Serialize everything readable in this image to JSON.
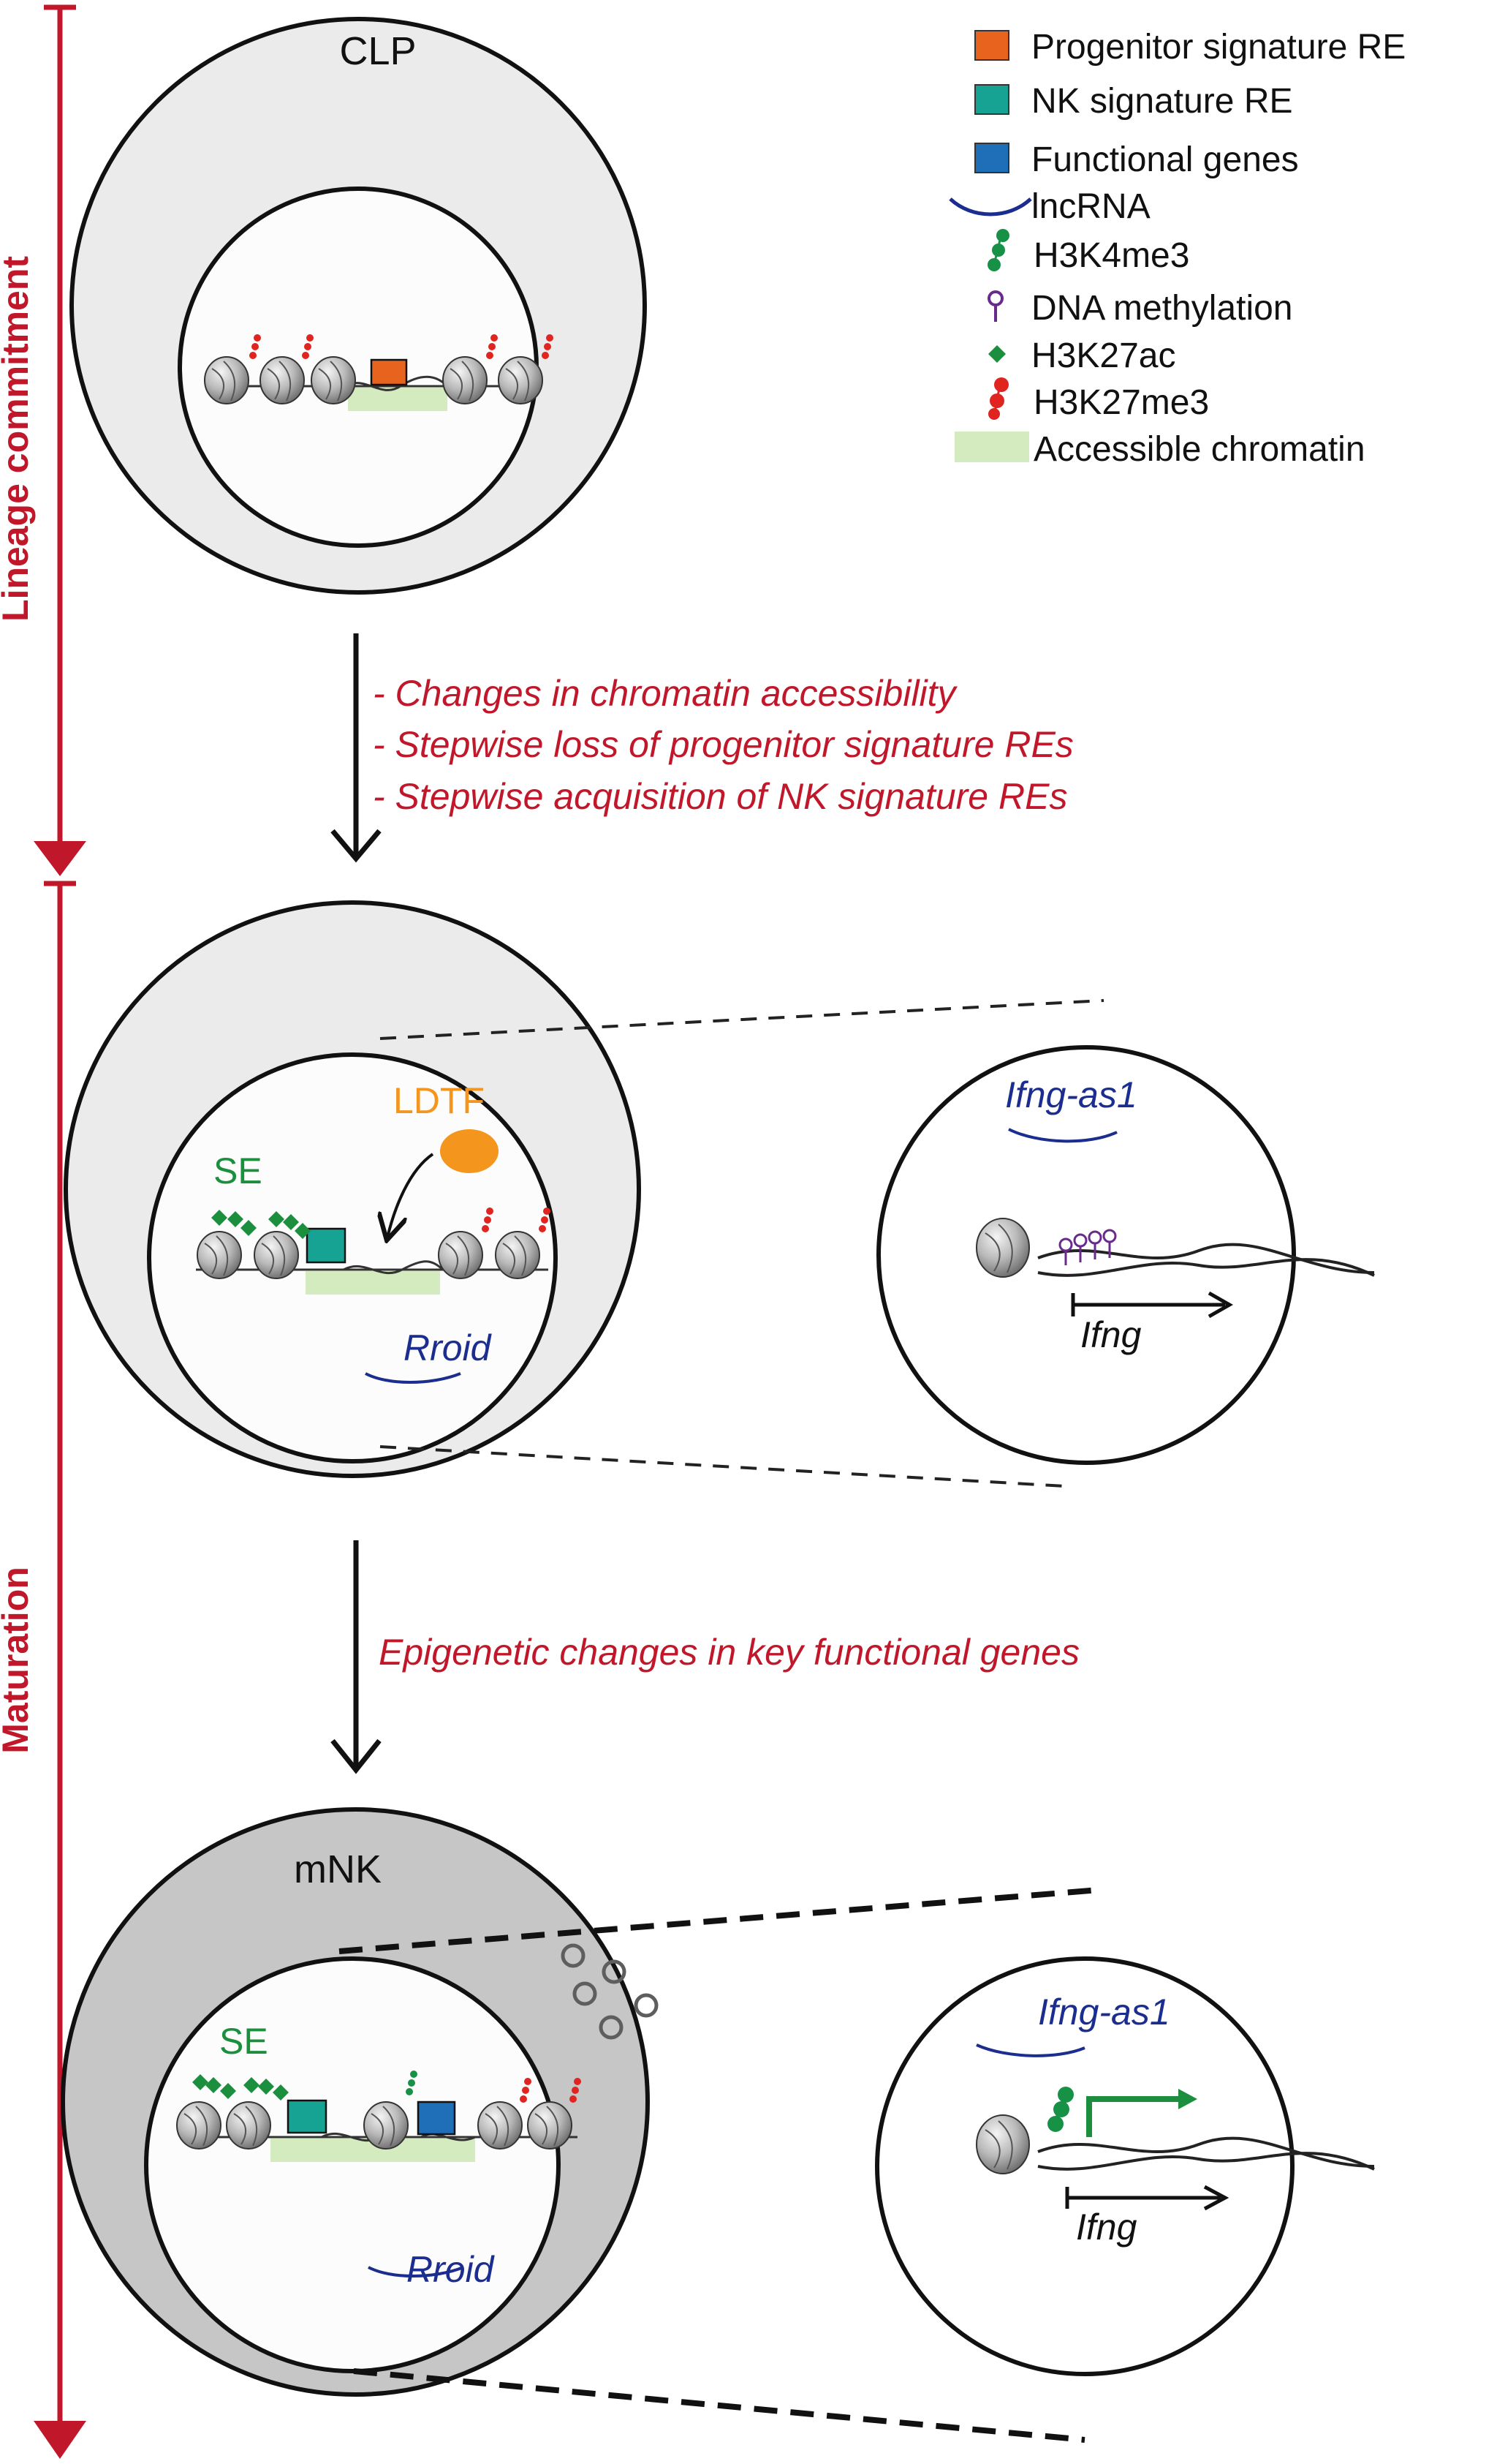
{
  "colors": {
    "red": "#c0182a",
    "progenitor_re": "#e8641e",
    "nk_re": "#16a394",
    "functional_gene": "#1f6fb8",
    "lncrna": "#1b2d8f",
    "h3k4me3": "#179146",
    "dna_methylation": "#6a2a8c",
    "h3k27ac": "#1c8f3e",
    "h3k27me3": "#e0241f",
    "accessible": "#d4ebc0",
    "ldtf": "#f4951d",
    "nucleus_bg": "#fcfcfc",
    "cell_light": "#ebebeb",
    "cell_dark": "#c6c6c6"
  },
  "legend": {
    "items": [
      {
        "icon": "orange-square-icon",
        "label": "Progenitor signature RE"
      },
      {
        "icon": "teal-square-icon",
        "label": "NK signature RE"
      },
      {
        "icon": "blue-square-icon",
        "label": "Functional genes"
      },
      {
        "icon": "lncrna-wave-icon",
        "label": "lncRNA"
      },
      {
        "icon": "h3k4me3-lollipop-icon",
        "label": "H3K4me3"
      },
      {
        "icon": "dna-methylation-lollipop-icon",
        "label": "DNA methylation"
      },
      {
        "icon": "h3k27ac-diamond-icon",
        "label": "H3K27ac"
      },
      {
        "icon": "h3k27me3-lollipop-icon",
        "label": "H3K27me3"
      },
      {
        "icon": "accessible-chromatin-swatch-icon",
        "label": "Accessible chromatin"
      }
    ]
  },
  "timeline": {
    "lineage_label": "Lineage commitment",
    "maturation_label": "Maturation"
  },
  "stages": {
    "clp_label": "CLP",
    "mnk_label": "mNK"
  },
  "transitions": {
    "first": [
      "- Changes in chromatin accessibility",
      "- Stepwise loss of progenitor signature REs",
      "- Stepwise acquisition of NK signature REs"
    ],
    "second": "Epigenetic changes in key functional genes"
  },
  "labels": {
    "se": "SE",
    "ldtf": "LDTF",
    "rroid": "Rroid",
    "ifng_as1": "Ifng-as1",
    "ifng": "Ifng"
  }
}
